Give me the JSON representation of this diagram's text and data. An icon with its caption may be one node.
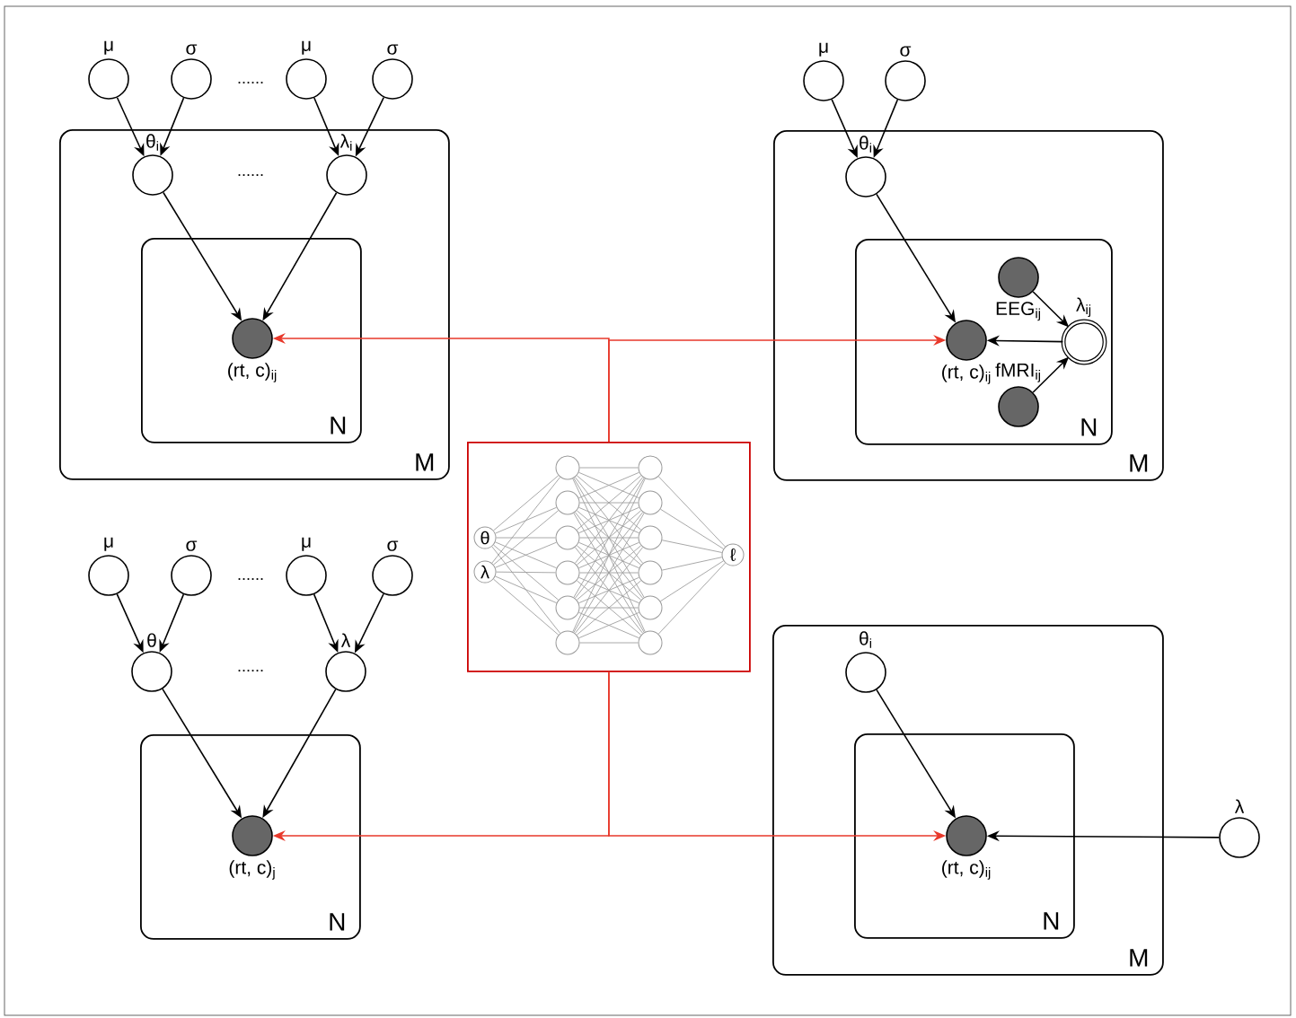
{
  "diagram": {
    "nodes": [
      {
        "text": [
          "μ"
        ]
      },
      {
        "text": [
          "σ"
        ]
      },
      {
        "text": [
          "μ"
        ]
      },
      {
        "text": [
          "σ"
        ]
      },
      {
        "text": [
          "M"
        ]
      },
      {
        "text": [
          "θ$_{i}$"
        ],
        "in": 4
      },
      {
        "text": [
          "λ$_{i}$"
        ],
        "in": 4
      },
      {
        "text": [
          "N"
        ],
        "in": 4
      },
      {
        "text": [
          "(rt, c)$_{ij}$"
        ],
        "in": 7
      },
      {
        "text": [
          "μ"
        ]
      },
      {
        "text": [
          "σ"
        ]
      },
      {
        "text": [
          "M"
        ]
      },
      {
        "text": [
          "θ$_{i}$"
        ],
        "in": 11
      },
      {
        "text": [
          "N"
        ],
        "in": 11
      },
      {
        "text": [
          "(rt, c)$_{ij}$"
        ],
        "in": 13
      },
      {
        "text": [
          "EEG$_{ij}$"
        ],
        "in": 13
      },
      {
        "text": [
          "λ$_{ij}$"
        ],
        "in": 13
      },
      {
        "text": [
          "fMRI$_{ij}$"
        ],
        "in": 13
      },
      {
        "text": [],
        "shape": "box"
      },
      {
        "text": [
          "θ"
        ],
        "in": 18
      },
      {
        "text": [
          "λ"
        ],
        "in": 18
      },
      {
        "text": [],
        "shape": "circle",
        "in": 18
      },
      {
        "text": [],
        "shape": "circle",
        "in": 18
      },
      {
        "text": [],
        "shape": "circle",
        "in": 18
      },
      {
        "text": [],
        "shape": "circle",
        "in": 18
      },
      {
        "text": [],
        "shape": "circle",
        "in": 18
      },
      {
        "text": [],
        "shape": "circle",
        "in": 18
      },
      {
        "text": [],
        "shape": "circle",
        "in": 18
      },
      {
        "text": [],
        "shape": "circle",
        "in": 18
      },
      {
        "text": [],
        "shape": "circle",
        "in": 18
      },
      {
        "text": [],
        "shape": "circle",
        "in": 18
      },
      {
        "text": [],
        "shape": "circle",
        "in": 18
      },
      {
        "text": [],
        "shape": "circle",
        "in": 18
      },
      {
        "text": [
          "ℓ"
        ],
        "in": 18
      },
      {
        "text": [
          "μ"
        ]
      },
      {
        "text": [
          "σ"
        ]
      },
      {
        "text": [
          "μ"
        ]
      },
      {
        "text": [
          "σ"
        ]
      },
      {
        "text": [
          "θ"
        ]
      },
      {
        "text": [
          "λ"
        ]
      },
      {
        "text": [
          "N"
        ]
      },
      {
        "text": [
          "(rt, c)$_{j}$"
        ],
        "in": 40
      },
      {
        "text": [
          "M"
        ]
      },
      {
        "text": [
          "θ$_{i}$"
        ],
        "in": 42
      },
      {
        "text": [
          "N"
        ],
        "in": 42
      },
      {
        "text": [
          "(rt, c)$_{ij}$"
        ],
        "in": 44
      },
      {
        "text": [
          "λ"
        ]
      }
    ],
    "edges": [
      {
        "from": 0,
        "to": 5,
        "arrow": "to",
        "color": "#000000"
      },
      {
        "from": 1,
        "to": 5,
        "arrow": "to",
        "color": "#000000"
      },
      {
        "from": 2,
        "to": 6,
        "arrow": "to",
        "color": "#000000"
      },
      {
        "from": 3,
        "to": 6,
        "arrow": "to",
        "color": "#000000"
      },
      {
        "from": 5,
        "to": 8,
        "arrow": "to",
        "color": "#000000"
      },
      {
        "from": 6,
        "to": 8,
        "arrow": "to",
        "color": "#000000"
      },
      {
        "from": 9,
        "to": 12,
        "arrow": "to",
        "color": "#000000"
      },
      {
        "from": 10,
        "to": 12,
        "arrow": "to",
        "color": "#000000"
      },
      {
        "from": 12,
        "to": 14,
        "arrow": "to",
        "color": "#000000"
      },
      {
        "from": 15,
        "to": 16,
        "arrow": "to",
        "color": "#000000"
      },
      {
        "from": 17,
        "to": 16,
        "arrow": "to",
        "color": "#000000"
      },
      {
        "from": 16,
        "to": 14,
        "arrow": "to",
        "color": "#000000"
      },
      {
        "from": 18,
        "to": 8,
        "arrow": "to",
        "color": "#e8392b"
      },
      {
        "from": 18,
        "to": 14,
        "arrow": "to",
        "color": "#e8392b"
      },
      {
        "from": 18,
        "to": 41,
        "arrow": "to",
        "color": "#e8392b"
      },
      {
        "from": 18,
        "to": 45,
        "arrow": "to",
        "color": "#e8392b"
      },
      {
        "from": 34,
        "to": 38,
        "arrow": "to",
        "color": "#000000"
      },
      {
        "from": 35,
        "to": 38,
        "arrow": "to",
        "color": "#000000"
      },
      {
        "from": 36,
        "to": 39,
        "arrow": "to",
        "color": "#000000"
      },
      {
        "from": 37,
        "to": 39,
        "arrow": "to",
        "color": "#000000"
      },
      {
        "from": 38,
        "to": 41,
        "arrow": "to",
        "color": "#000000"
      },
      {
        "from": 39,
        "to": 41,
        "arrow": "to",
        "color": "#000000"
      },
      {
        "from": 43,
        "to": 45,
        "arrow": "to",
        "color": "#000000"
      },
      {
        "from": 46,
        "to": 45,
        "arrow": "to",
        "color": "#000000"
      },
      {
        "from": 19,
        "to": 21,
        "arrow": "none",
        "color": "#9e9e9e"
      },
      {
        "from": 19,
        "to": 22,
        "arrow": "none",
        "color": "#9e9e9e"
      },
      {
        "from": 19,
        "to": 23,
        "arrow": "none",
        "color": "#9e9e9e"
      },
      {
        "from": 19,
        "to": 24,
        "arrow": "none",
        "color": "#9e9e9e"
      },
      {
        "from": 19,
        "to": 25,
        "arrow": "none",
        "color": "#9e9e9e"
      },
      {
        "from": 19,
        "to": 26,
        "arrow": "none",
        "color": "#9e9e9e"
      },
      {
        "from": 20,
        "to": 21,
        "arrow": "none",
        "color": "#9e9e9e"
      },
      {
        "from": 20,
        "to": 22,
        "arrow": "none",
        "color": "#9e9e9e"
      },
      {
        "from": 20,
        "to": 23,
        "arrow": "none",
        "color": "#9e9e9e"
      },
      {
        "from": 20,
        "to": 24,
        "arrow": "none",
        "color": "#9e9e9e"
      },
      {
        "from": 20,
        "to": 25,
        "arrow": "none",
        "color": "#9e9e9e"
      },
      {
        "from": 20,
        "to": 26,
        "arrow": "none",
        "color": "#9e9e9e"
      },
      {
        "from": 21,
        "to": 27,
        "arrow": "none",
        "color": "#9e9e9e"
      },
      {
        "from": 21,
        "to": 28,
        "arrow": "none",
        "color": "#9e9e9e"
      },
      {
        "from": 21,
        "to": 29,
        "arrow": "none",
        "color": "#9e9e9e"
      },
      {
        "from": 21,
        "to": 30,
        "arrow": "none",
        "color": "#9e9e9e"
      },
      {
        "from": 21,
        "to": 31,
        "arrow": "none",
        "color": "#9e9e9e"
      },
      {
        "from": 21,
        "to": 32,
        "arrow": "none",
        "color": "#9e9e9e"
      },
      {
        "from": 22,
        "to": 27,
        "arrow": "none",
        "color": "#9e9e9e"
      },
      {
        "from": 22,
        "to": 28,
        "arrow": "none",
        "color": "#9e9e9e"
      },
      {
        "from": 22,
        "to": 29,
        "arrow": "none",
        "color": "#9e9e9e"
      },
      {
        "from": 22,
        "to": 30,
        "arrow": "none",
        "color": "#9e9e9e"
      },
      {
        "from": 22,
        "to": 31,
        "arrow": "none",
        "color": "#9e9e9e"
      },
      {
        "from": 22,
        "to": 32,
        "arrow": "none",
        "color": "#9e9e9e"
      },
      {
        "from": 23,
        "to": 27,
        "arrow": "none",
        "color": "#9e9e9e"
      },
      {
        "from": 23,
        "to": 28,
        "arrow": "none",
        "color": "#9e9e9e"
      },
      {
        "from": 23,
        "to": 29,
        "arrow": "none",
        "color": "#9e9e9e"
      },
      {
        "from": 23,
        "to": 30,
        "arrow": "none",
        "color": "#9e9e9e"
      },
      {
        "from": 23,
        "to": 31,
        "arrow": "none",
        "color": "#9e9e9e"
      },
      {
        "from": 23,
        "to": 32,
        "arrow": "none",
        "color": "#9e9e9e"
      },
      {
        "from": 24,
        "to": 27,
        "arrow": "none",
        "color": "#9e9e9e"
      },
      {
        "from": 24,
        "to": 28,
        "arrow": "none",
        "color": "#9e9e9e"
      },
      {
        "from": 24,
        "to": 29,
        "arrow": "none",
        "color": "#9e9e9e"
      },
      {
        "from": 24,
        "to": 30,
        "arrow": "none",
        "color": "#9e9e9e"
      },
      {
        "from": 24,
        "to": 31,
        "arrow": "none",
        "color": "#9e9e9e"
      },
      {
        "from": 24,
        "to": 32,
        "arrow": "none",
        "color": "#9e9e9e"
      },
      {
        "from": 25,
        "to": 27,
        "arrow": "none",
        "color": "#9e9e9e"
      },
      {
        "from": 25,
        "to": 28,
        "arrow": "none",
        "color": "#9e9e9e"
      },
      {
        "from": 25,
        "to": 29,
        "arrow": "none",
        "color": "#9e9e9e"
      },
      {
        "from": 25,
        "to": 30,
        "arrow": "none",
        "color": "#9e9e9e"
      },
      {
        "from": 25,
        "to": 31,
        "arrow": "none",
        "color": "#9e9e9e"
      },
      {
        "from": 25,
        "to": 32,
        "arrow": "none",
        "color": "#9e9e9e"
      },
      {
        "from": 26,
        "to": 27,
        "arrow": "none",
        "color": "#9e9e9e"
      },
      {
        "from": 26,
        "to": 28,
        "arrow": "none",
        "color": "#9e9e9e"
      },
      {
        "from": 26,
        "to": 29,
        "arrow": "none",
        "color": "#9e9e9e"
      },
      {
        "from": 26,
        "to": 30,
        "arrow": "none",
        "color": "#9e9e9e"
      },
      {
        "from": 26,
        "to": 31,
        "arrow": "none",
        "color": "#9e9e9e"
      },
      {
        "from": 26,
        "to": 32,
        "arrow": "none",
        "color": "#9e9e9e"
      },
      {
        "from": 27,
        "to": 33,
        "arrow": "none",
        "color": "#9e9e9e"
      },
      {
        "from": 28,
        "to": 33,
        "arrow": "none",
        "color": "#9e9e9e"
      },
      {
        "from": 29,
        "to": 33,
        "arrow": "none",
        "color": "#9e9e9e"
      },
      {
        "from": 30,
        "to": 33,
        "arrow": "none",
        "color": "#9e9e9e"
      },
      {
        "from": 31,
        "to": 33,
        "arrow": "none",
        "color": "#9e9e9e"
      },
      {
        "from": 32,
        "to": 33,
        "arrow": "none",
        "color": "#9e9e9e"
      }
    ],
    "labels": [
      "......",
      "......",
      "......",
      "......"
    ]
  }
}
